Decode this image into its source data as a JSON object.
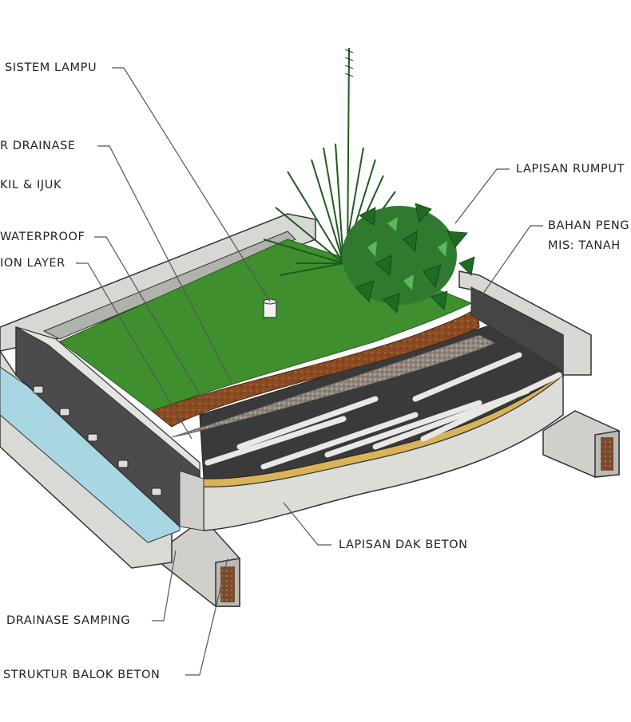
{
  "labels": {
    "sistem_lampu": "SISTEM LAMPU",
    "drainase_top": "R DRAINASE",
    "kerikil_ijuk": "KIL & IJUK",
    "waterproof": "WATERPROOF",
    "ion_layer": "ION LAYER",
    "lapisan_rumput": "LAPISAN RUMPUT",
    "bahan_peng": "BAHAN PENG",
    "mis_tanah": "MIS: TANAH",
    "dak_beton": "LAPISAN DAK BETON",
    "drainase_samping": "DRAINASE SAMPING",
    "balok_beton": "STRUKTUR BALOK BETON"
  },
  "colors": {
    "grass": "#3f8f2e",
    "soil": "#8a4a22",
    "gravel": "#9a8f84",
    "drain_board": "#3a3a3a",
    "concrete": "#d9dad6",
    "water": "#a9d6e3",
    "leader": "#555555"
  }
}
